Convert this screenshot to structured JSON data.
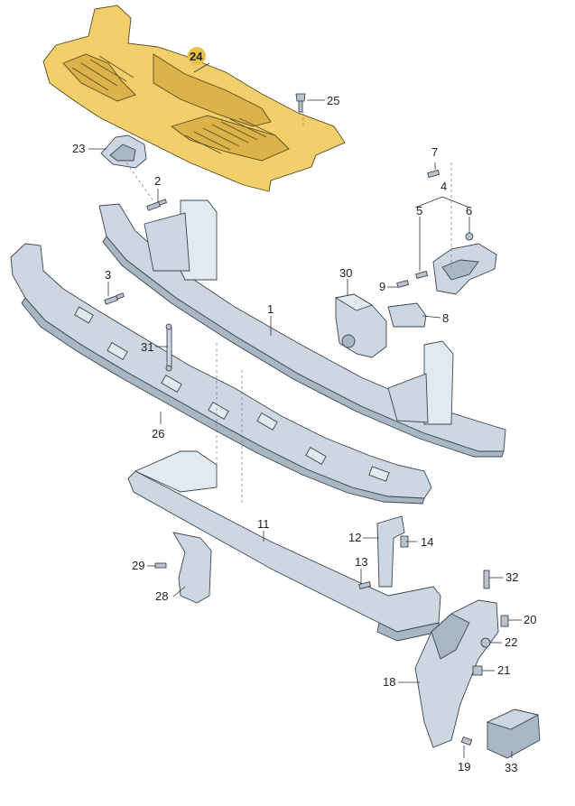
{
  "callouts": {
    "c1": "1",
    "c2": "2",
    "c3": "3",
    "c4": "4",
    "c5": "5",
    "c6": "6",
    "c7": "7",
    "c8": "8",
    "c9": "9",
    "c11": "11",
    "c12": "12",
    "c13": "13",
    "c14": "14",
    "c18": "18",
    "c19": "19",
    "c20": "20",
    "c21": "21",
    "c22": "22",
    "c23": "23",
    "c24": "24",
    "c25": "25",
    "c26": "26",
    "c28": "28",
    "c29": "29",
    "c30": "30",
    "c31": "31",
    "c32": "32",
    "c33": "33"
  },
  "colors": {
    "highlight_part": "#f2cf6a",
    "highlight_callout": "#e8c24a",
    "part_fill": "#cdd7e1",
    "outline": "#3c4650"
  }
}
